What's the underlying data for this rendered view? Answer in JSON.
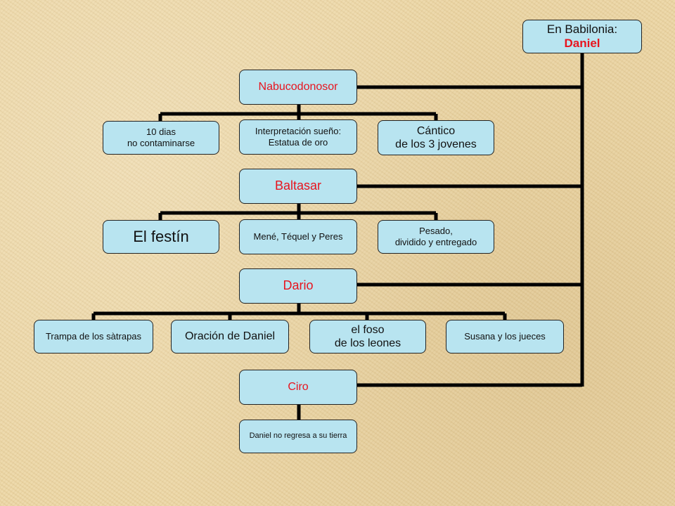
{
  "diagram": {
    "root": {
      "title": "En Babilonia:",
      "name": "Daniel"
    },
    "kings": [
      {
        "name": "Nabucodonosor",
        "events": [
          "10 dias\nno contaminarse",
          "Interpretación sueño:\nEstatua de oro",
          "Cántico\nde los 3 jovenes"
        ]
      },
      {
        "name": "Baltasar",
        "events": [
          "El festín",
          "Mené,  Téquel y Peres",
          "Pesado,\n dividido y entregado"
        ]
      },
      {
        "name": "Dario",
        "events": [
          "Trampa de los sàtrapas",
          "Oración de Daniel",
          "el foso\nde los leones",
          "Susana  y los jueces"
        ]
      },
      {
        "name": "Ciro",
        "events": [
          "Daniel no regresa a su tierra"
        ]
      }
    ]
  },
  "colors": {
    "node_fill": "#b8e4f0",
    "king_text": "#e8141e",
    "connector": "#000000"
  }
}
